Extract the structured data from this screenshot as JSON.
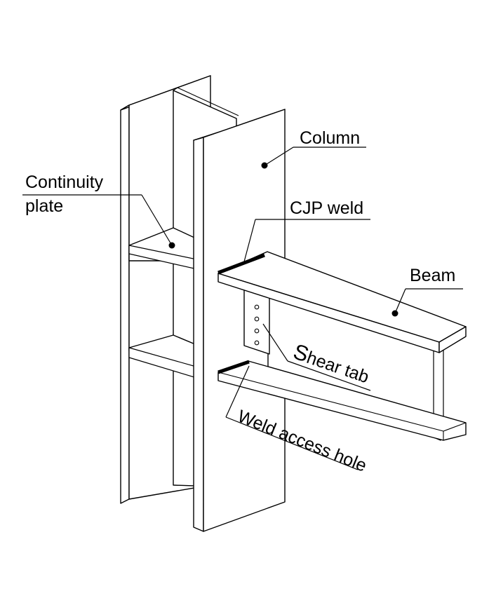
{
  "labels": {
    "column": "Column",
    "continuity_line1": "Continuity",
    "continuity_line2": "plate",
    "cjp_weld": "CJP weld",
    "beam": "Beam",
    "shear_initial": "S",
    "shear_rest": "hear tab",
    "weld_access_hole": "Weld access hole"
  }
}
